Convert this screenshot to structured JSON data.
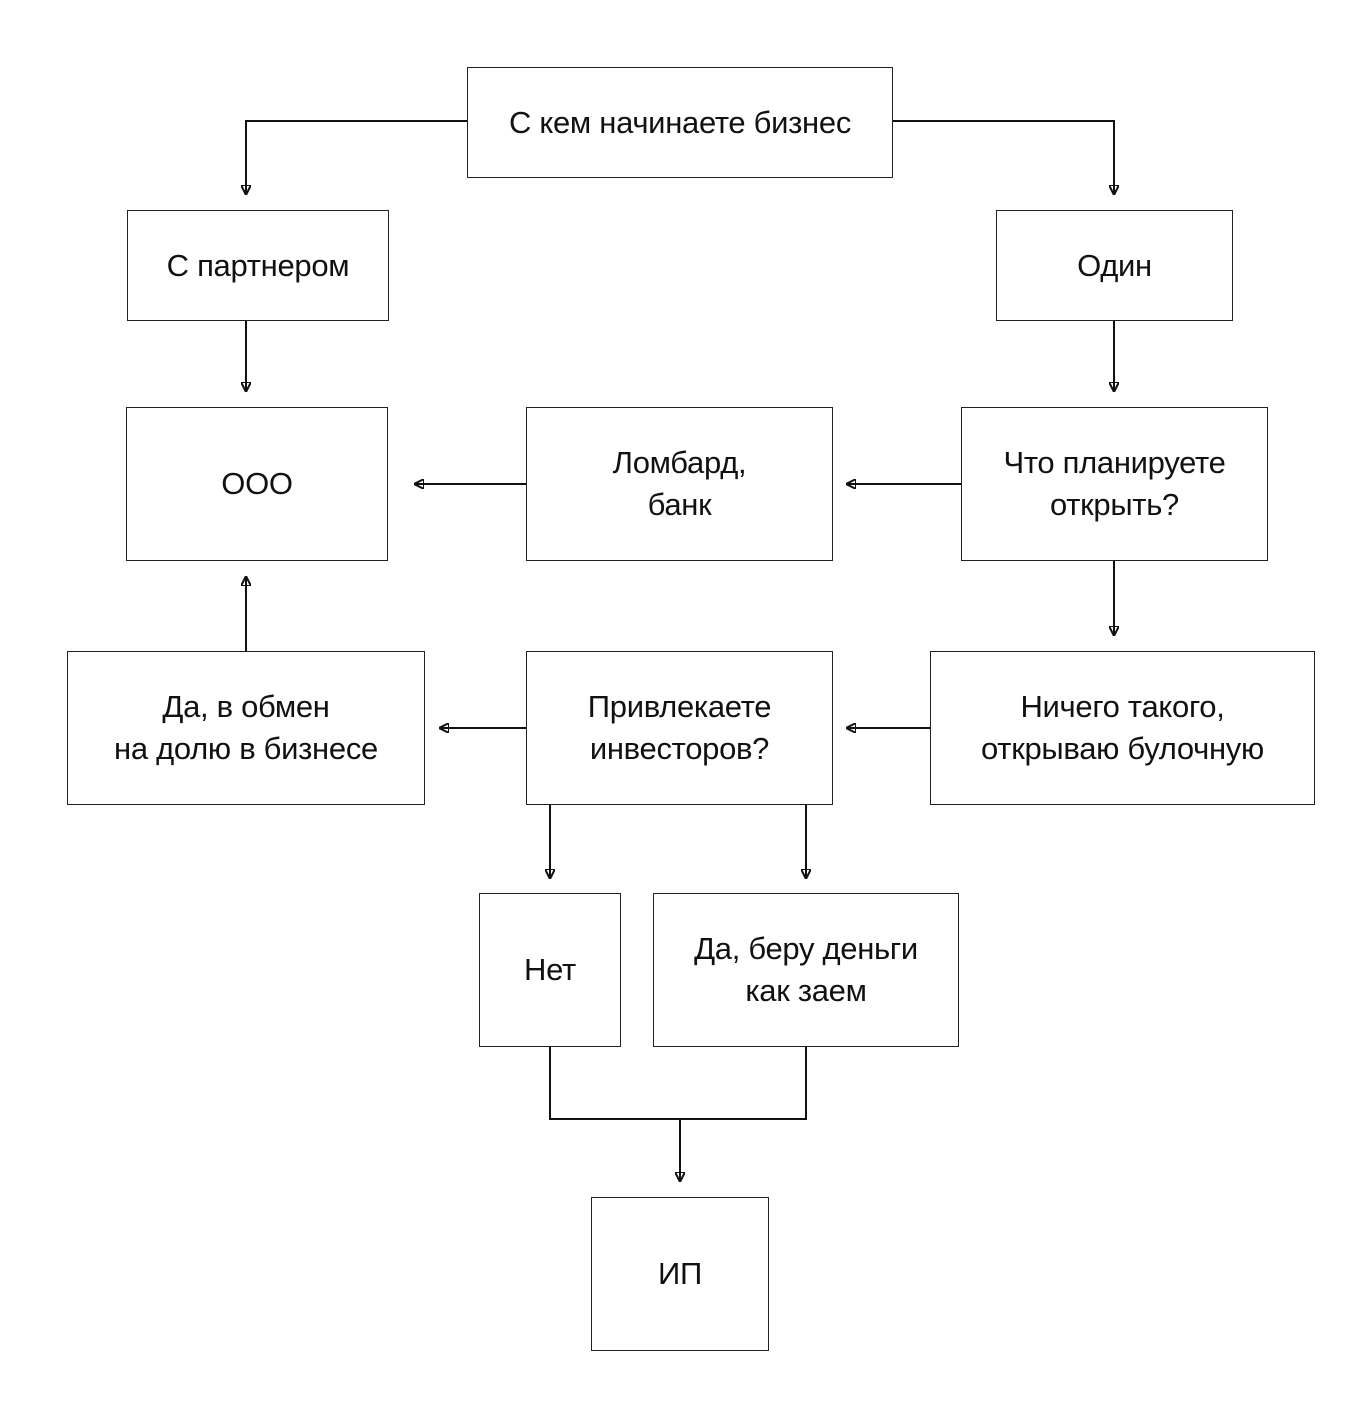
{
  "diagram": {
    "type": "flowchart",
    "colors": {
      "line": "#111111",
      "box_border": "#222222",
      "text": "#111111",
      "background": "#ffffff"
    },
    "nodes": {
      "start": {
        "lines": [
          "С кем начинаете бизнес"
        ]
      },
      "partner": {
        "lines": [
          "С партнером"
        ]
      },
      "alone": {
        "lines": [
          "Один"
        ]
      },
      "ooo": {
        "lines": [
          "ООО"
        ]
      },
      "pawnshop": {
        "lines": [
          "Ломбард,",
          "банк"
        ]
      },
      "plan": {
        "lines": [
          "Что планируете",
          "открыть?"
        ]
      },
      "share": {
        "lines": [
          "Да, в обмен",
          "на долю в бизнесе"
        ]
      },
      "investors": {
        "lines": [
          "Привлекаете",
          "инвесторов?"
        ]
      },
      "bakery": {
        "lines": [
          "Ничего такого,",
          "открываю булочную"
        ]
      },
      "no": {
        "lines": [
          "Нет"
        ]
      },
      "loan": {
        "lines": [
          "Да, беру деньги",
          "как заем"
        ]
      },
      "ip": {
        "lines": [
          "ИП"
        ]
      }
    },
    "edges": [
      {
        "from": "start",
        "to": "partner"
      },
      {
        "from": "start",
        "to": "alone"
      },
      {
        "from": "partner",
        "to": "ooo"
      },
      {
        "from": "alone",
        "to": "plan"
      },
      {
        "from": "plan",
        "to": "pawnshop"
      },
      {
        "from": "pawnshop",
        "to": "ooo"
      },
      {
        "from": "plan",
        "to": "bakery"
      },
      {
        "from": "bakery",
        "to": "investors"
      },
      {
        "from": "investors",
        "to": "share"
      },
      {
        "from": "share",
        "to": "ooo"
      },
      {
        "from": "investors",
        "to": "no"
      },
      {
        "from": "investors",
        "to": "loan"
      },
      {
        "from": "no",
        "to": "ip"
      },
      {
        "from": "loan",
        "to": "ip"
      }
    ]
  }
}
